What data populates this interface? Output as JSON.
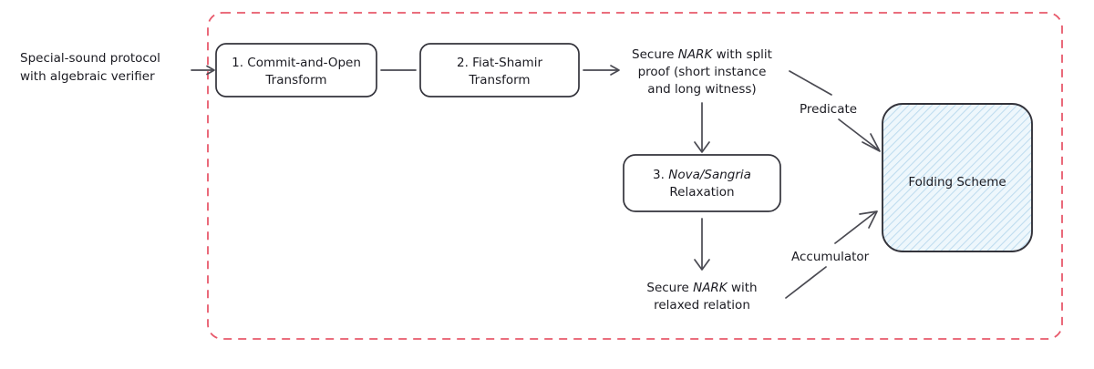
{
  "diagram": {
    "title_hidden": "",
    "colors": {
      "container_border": "#e8596b",
      "node_stroke": "#33333b",
      "arrow": "#4a4a52",
      "folding_fill": "#e8f4fb",
      "folding_hatch": "#bcdcf0",
      "text": "#1b1b22"
    },
    "input_caption": {
      "line1": "Special-sound protocol",
      "line2": "with algebraic verifier"
    },
    "steps": [
      {
        "id": "commit-and-open",
        "line1": "1. Commit-and-Open",
        "line2": "Transform"
      },
      {
        "id": "fiat-shamir",
        "line1": "2. Fiat-Shamir",
        "line2": "Transform"
      },
      {
        "id": "nova-sangria",
        "prefix": "3. ",
        "emphasis": "Nova/Sangria",
        "line2": "Relaxation"
      }
    ],
    "notes": [
      {
        "id": "secure-nark-split-proof",
        "line1_pre": "Secure ",
        "line1_em": "NARK",
        "line1_post": " with split",
        "line2": "proof (short instance",
        "line3": "and long witness)"
      },
      {
        "id": "secure-nark-relaxed",
        "line1_pre": "Secure ",
        "line1_em": "NARK",
        "line1_post": " with",
        "line2": "relaxed relation"
      }
    ],
    "edge_labels": {
      "predicate": "Predicate",
      "accumulator": "Accumulator"
    },
    "folding": {
      "label": "Folding Scheme"
    }
  }
}
